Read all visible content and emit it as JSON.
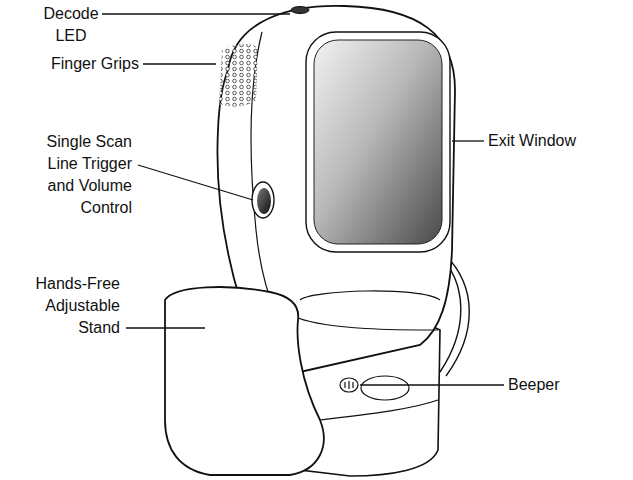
{
  "diagram": {
    "labels": [
      "Decode LED",
      "Finger Grips",
      "Single Scan Line Trigger and Volume Control",
      "Exit Window",
      "Beeper",
      "Hands-Free Adjustable Stand"
    ]
  }
}
